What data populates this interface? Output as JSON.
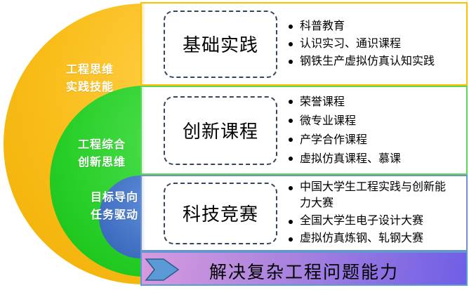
{
  "rings": [
    {
      "name": "outer",
      "label_line1": "工程思维",
      "label_line2": "实践技能",
      "fill": "#F8BC18"
    },
    {
      "name": "middle",
      "label_line1": "工程综合",
      "label_line2": "创新思维",
      "fill": "#29CF29"
    },
    {
      "name": "inner",
      "label_line1": "目标导向",
      "label_line2": "任务驱动",
      "fill": "#3F6EC1"
    }
  ],
  "rows": [
    {
      "title": "基础实践",
      "border_color": "#FFC000",
      "items": [
        "科普教育",
        "认识实习、通识课程",
        "钢铁生产虚拟仿真认知实践"
      ]
    },
    {
      "title": "创新课程",
      "border_color": "#5CD65C",
      "items": [
        "荣誉课程",
        "微专业课程",
        "产学合作课程",
        "虚拟仿真课程、慕课"
      ]
    },
    {
      "title": "科技竞赛",
      "border_color": "#7092C6",
      "items": [
        "中国大学生工程实践与创新能力大赛",
        "全国大学生电子设计大赛",
        "虚拟仿真炼钢、轧钢大赛"
      ]
    }
  ],
  "title_box_border_color": "#35475E",
  "footer": {
    "label": "解决复杂工程问题能力",
    "arrow_icon": "right-arrow",
    "arrow_fill": "#5B9BD5",
    "arrow_stroke": "#2E5B8E",
    "gradient_from": "#D79ADE",
    "gradient_to": "#6F5EE6",
    "border_color": "#5B9BD5"
  }
}
